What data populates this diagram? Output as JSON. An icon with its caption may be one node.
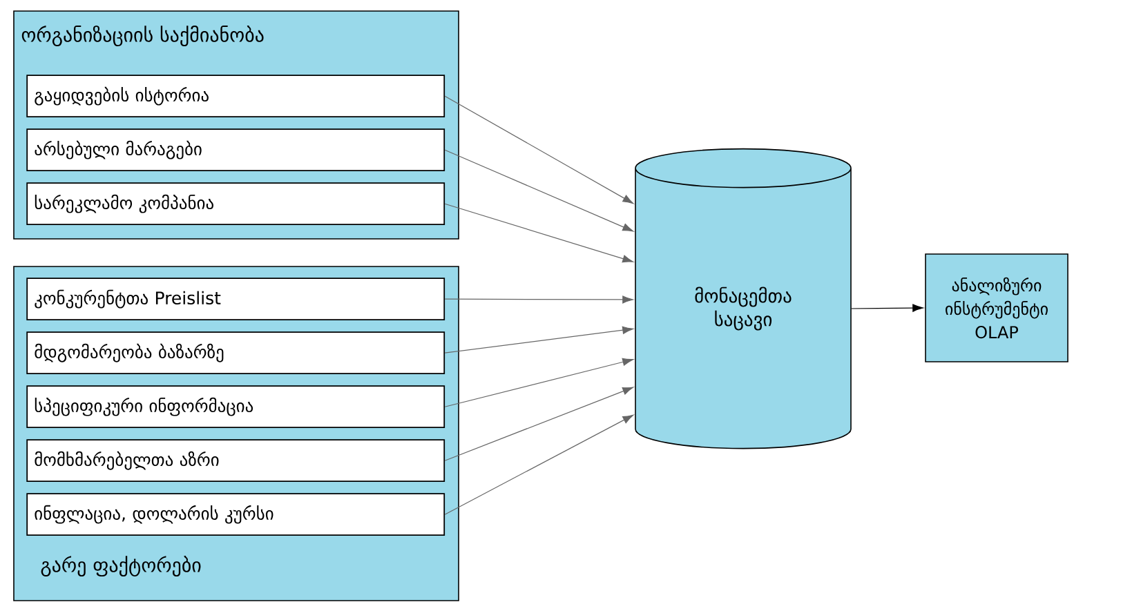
{
  "diagram": {
    "nodes": [
      {
        "text": [
          "ორგანიზაციის საქმიანობა"
        ]
      },
      {
        "text": [
          "გაყიდვების ისტორია"
        ],
        "in": 0
      },
      {
        "text": [
          "არსებული მარაგები"
        ],
        "in": 0
      },
      {
        "text": [
          "სარეკლამო კომპანია"
        ],
        "in": 0
      },
      {
        "text": [
          "გარე ფაქტორები"
        ]
      },
      {
        "text": [
          "კონკურენტთა Preislist"
        ],
        "in": 4
      },
      {
        "text": [
          "მდგომარეობა ბაზარზე"
        ],
        "in": 4
      },
      {
        "text": [
          "სპეციფიკური ინფორმაცია"
        ],
        "in": 4
      },
      {
        "text": [
          "მომხმარებელთა აზრი"
        ],
        "in": 4
      },
      {
        "text": [
          "ინფლაცია, დოლარის კურსი"
        ],
        "in": 4
      },
      {
        "text": [
          "მონაცემთა საცავი"
        ]
      },
      {
        "text": [
          "ანალიზური ინსტრუმენტი OLAP"
        ]
      }
    ],
    "edges": [
      {
        "from": 1,
        "to": 10,
        "arrow": "to"
      },
      {
        "from": 2,
        "to": 10,
        "arrow": "to"
      },
      {
        "from": 3,
        "to": 10,
        "arrow": "to"
      },
      {
        "from": 5,
        "to": 10,
        "arrow": "to"
      },
      {
        "from": 6,
        "to": 10,
        "arrow": "to"
      },
      {
        "from": 7,
        "to": 10,
        "arrow": "to"
      },
      {
        "from": 8,
        "to": 10,
        "arrow": "to"
      },
      {
        "from": 9,
        "to": 10,
        "arrow": "to"
      },
      {
        "from": 10,
        "to": 11,
        "arrow": "to",
        "color": "#000000"
      }
    ]
  }
}
